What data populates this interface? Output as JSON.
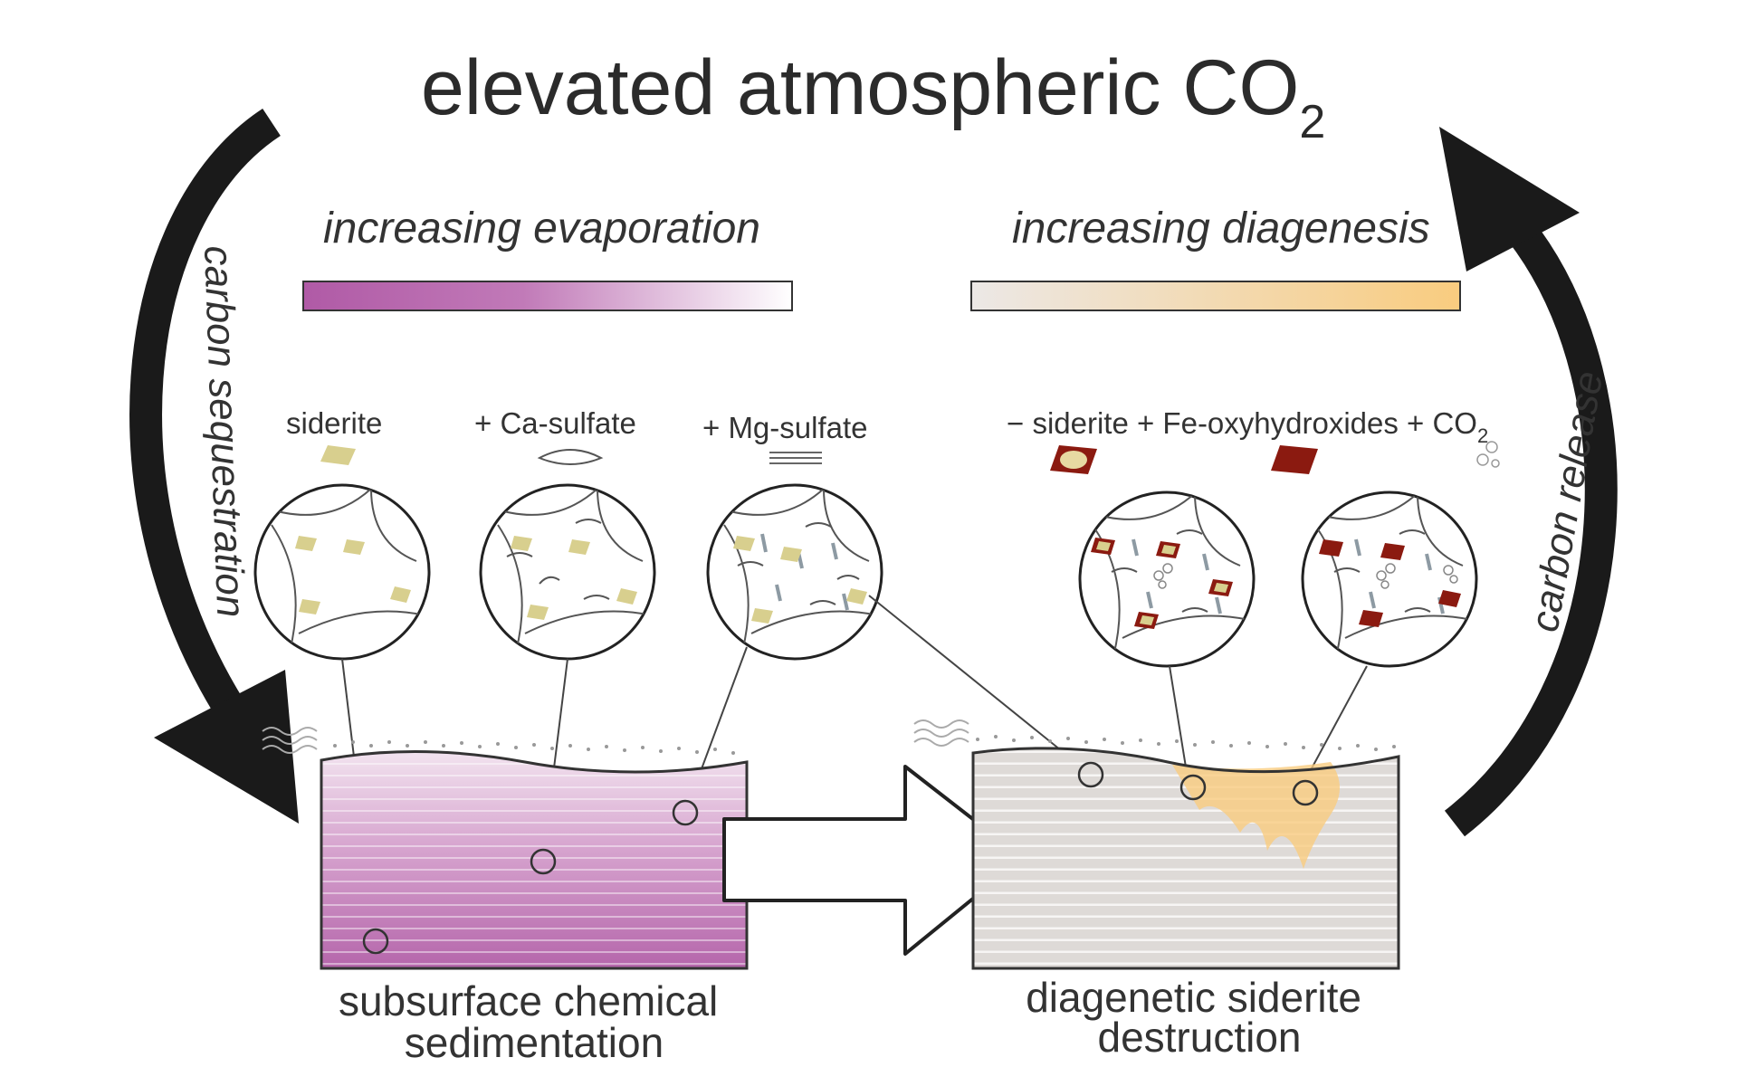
{
  "title": {
    "main": "elevated atmospheric CO",
    "subscript": "2"
  },
  "gradients": {
    "evaporation": {
      "label": "increasing evaporation",
      "from": "#b05aa6",
      "to": "#ffffff"
    },
    "diagenesis": {
      "label": "increasing diagenesis",
      "from": "#ede9e6",
      "to": "#f9cc7f"
    }
  },
  "cycle": {
    "left_arrow": "carbon sequestration",
    "right_arrow": "carbon release"
  },
  "minerals": {
    "siderite": "siderite",
    "ca_sulfate": "+ Ca-sulfate",
    "mg_sulfate": "+ Mg-sulfate",
    "alteration": "− siderite + Fe-oxyhydroxides + CO",
    "alteration_subscript": "2"
  },
  "captions": {
    "left_line1": "subsurface chemical",
    "left_line2": "sedimentation",
    "right_line1": "diagenetic siderite",
    "right_line2": "destruction"
  },
  "colors": {
    "arrow": "#1a1a1a",
    "siderite": "#d8cf8e",
    "fe_oxyhydroxide": "#8b1a10",
    "sediment_purple": "#b566ab",
    "sediment_grey": "#dedad7",
    "diagenetic_front": "#f9cc7f"
  }
}
